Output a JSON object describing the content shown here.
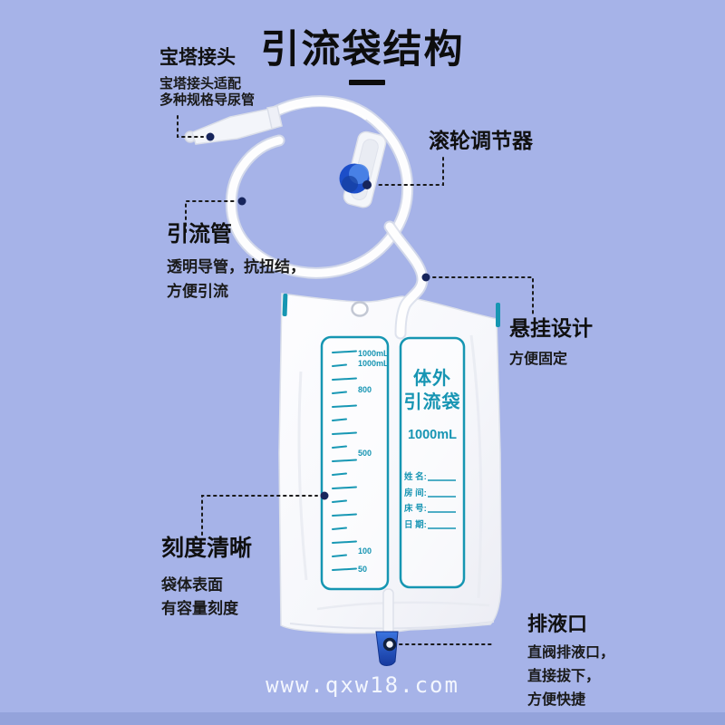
{
  "header": {
    "title": "引流袋结构"
  },
  "watermark": "www.qxw18.com",
  "annotations": {
    "pagoda": {
      "title": "宝塔接头",
      "desc1": "宝塔接头适配",
      "desc2": "多种规格导尿管"
    },
    "roller": {
      "title": "滚轮调节器"
    },
    "tube": {
      "title": "引流管",
      "desc1": "透明导管，抗扭结，",
      "desc2": "方便引流"
    },
    "hanger": {
      "title": "悬挂设计",
      "desc1": "方便固定"
    },
    "scale": {
      "title": "刻度清晰",
      "desc1": "袋体表面",
      "desc2": "有容量刻度"
    },
    "outlet": {
      "title": "排液口",
      "desc1": "直阀排液口，",
      "desc2": "直接拔下，",
      "desc3": "方便快捷"
    }
  },
  "bag": {
    "label_line1": "体外",
    "label_line2": "引流袋",
    "capacity": "1000mL",
    "fields": [
      "姓 名:",
      "房 间:",
      "床 号:",
      "日 期:"
    ],
    "scale_labels": [
      "1000mL",
      "1000mL",
      "800",
      "500",
      "100",
      "50"
    ]
  },
  "colors": {
    "background": "#a6b3e8",
    "print_teal": "#1795b3",
    "roller_blue": "#2152cc",
    "valve_blue": "#2a5cd0",
    "leader_dot_navy": "#17255c"
  }
}
